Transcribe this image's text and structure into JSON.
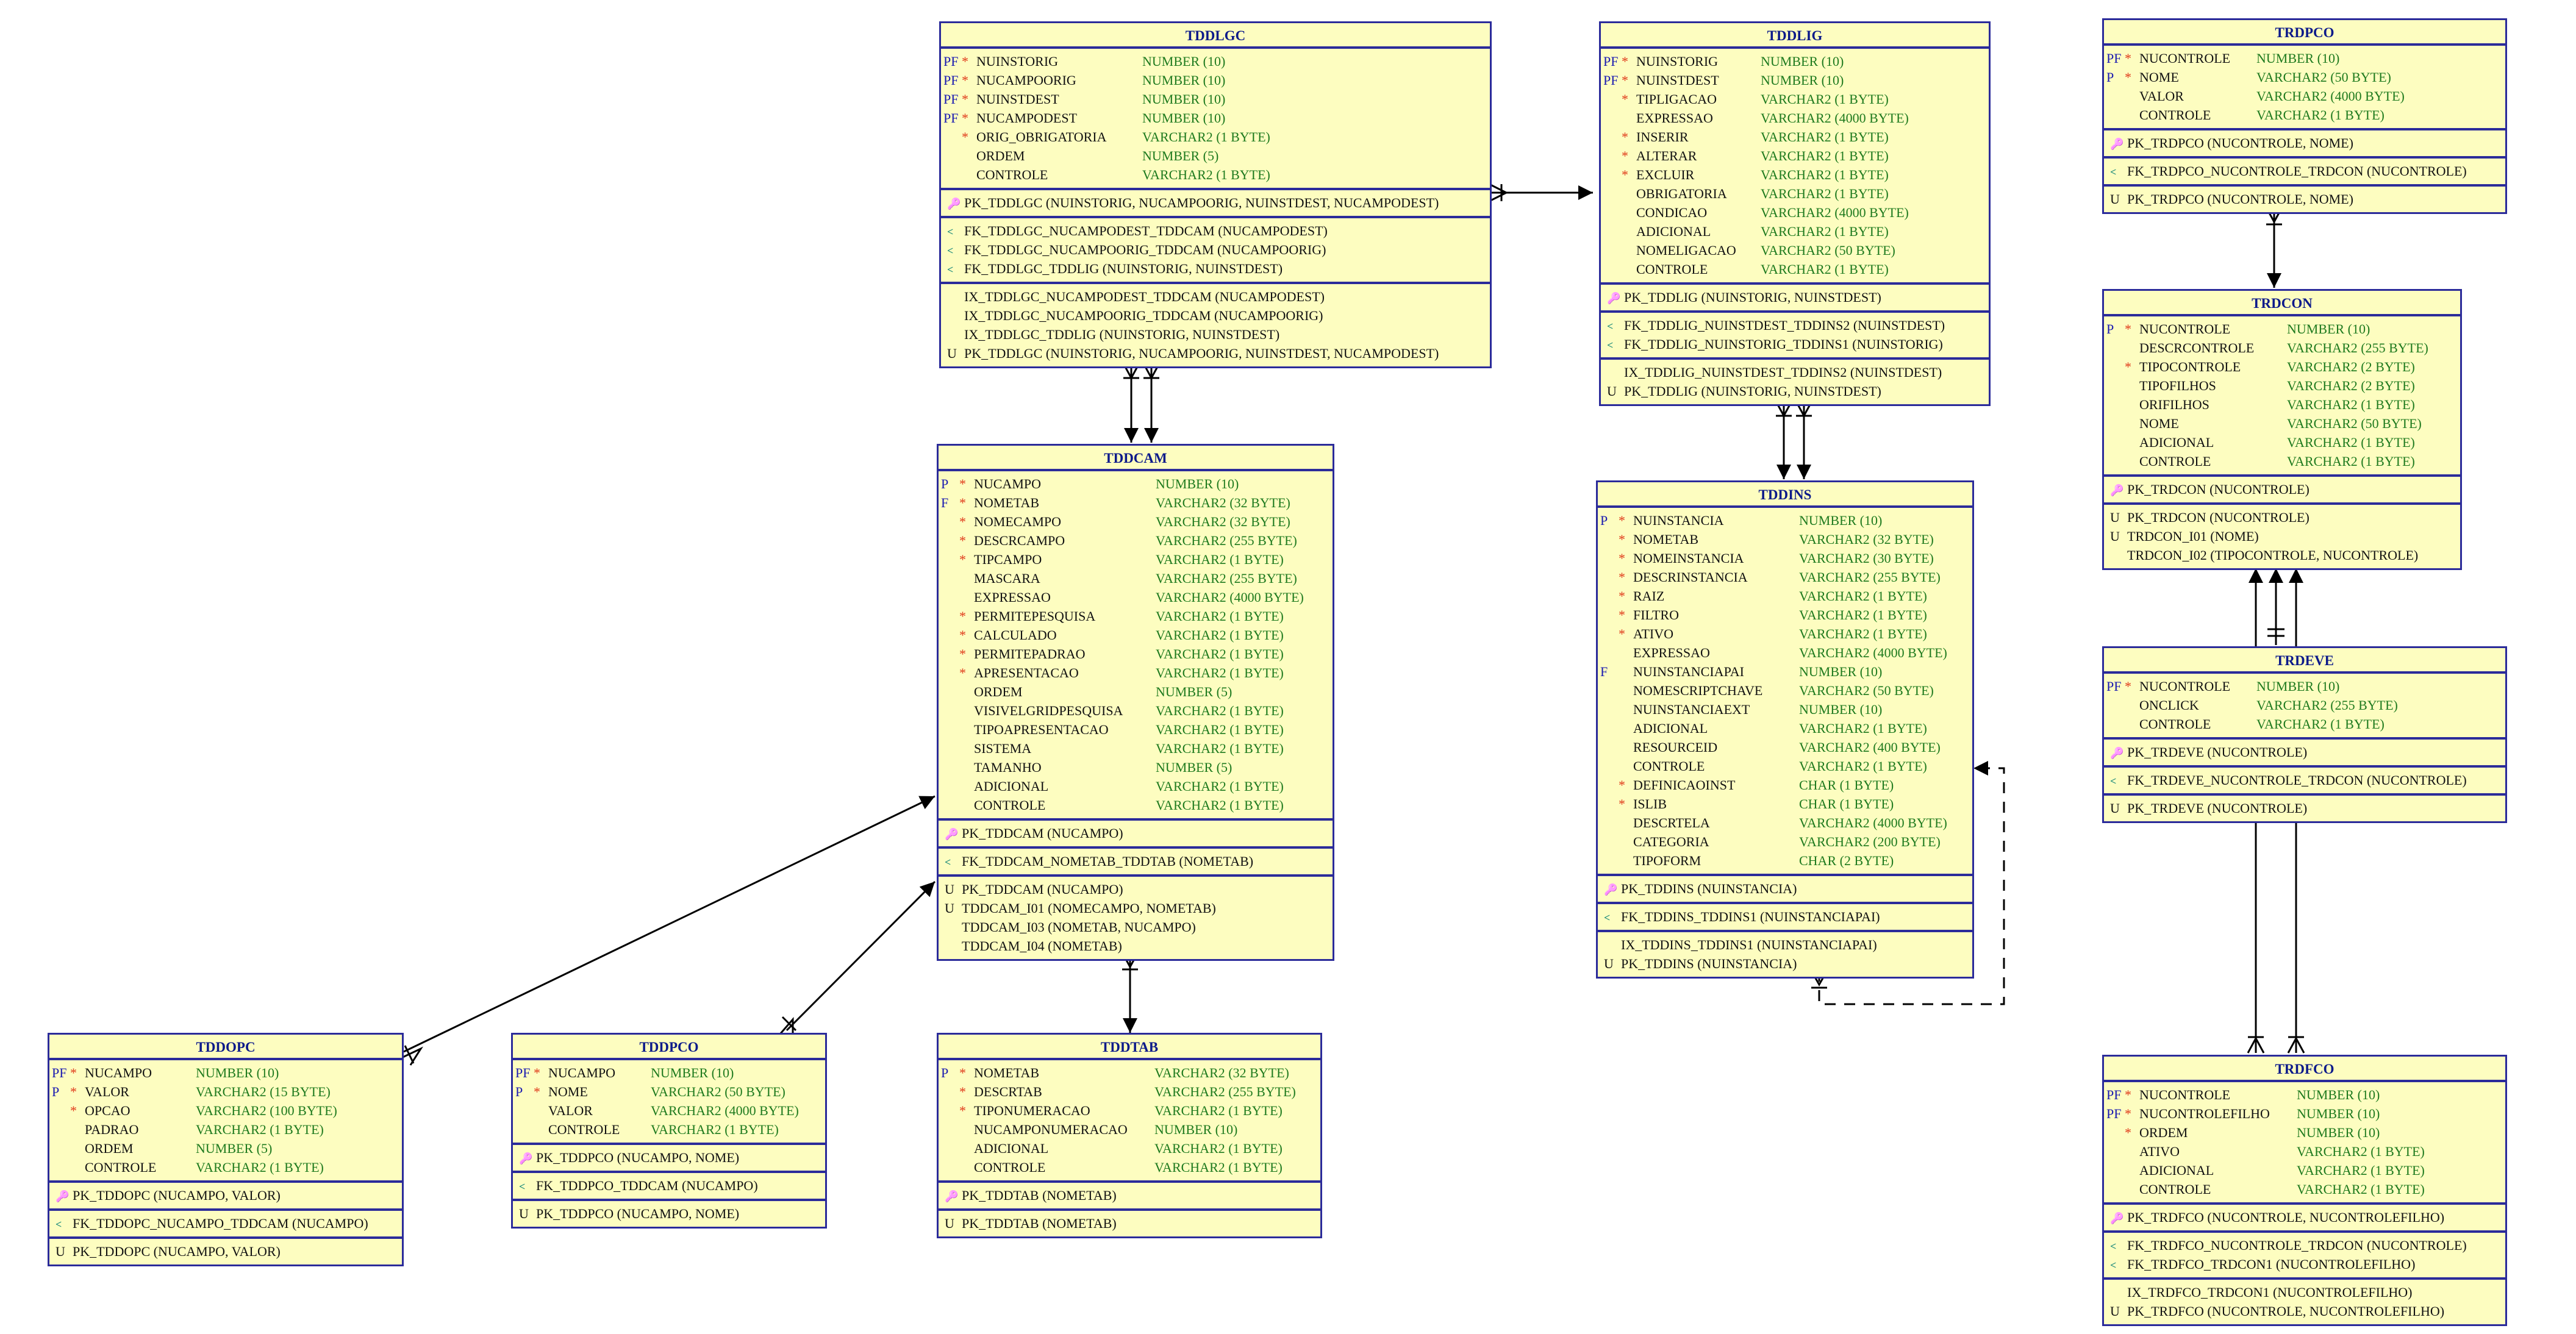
{
  "colors": {
    "table_fill": "#fdfdc0",
    "table_border": "#2b2b9a",
    "title": "#0c1a8a",
    "type_text": "#1e7a1e",
    "key_flag": "#1a1ab0",
    "mandatory": "#e03a1a"
  },
  "tables": {
    "tddlgc": {
      "name": "TDDLGC",
      "columns": [
        {
          "flag": "PF",
          "req": "*",
          "name": "NUINSTORIG",
          "type": "NUMBER (10)"
        },
        {
          "flag": "PF",
          "req": "*",
          "name": "NUCAMPOORIG",
          "type": "NUMBER (10)"
        },
        {
          "flag": "PF",
          "req": "*",
          "name": "NUINSTDEST",
          "type": "NUMBER (10)"
        },
        {
          "flag": "PF",
          "req": "*",
          "name": "NUCAMPODEST",
          "type": "NUMBER (10)"
        },
        {
          "flag": "",
          "req": "*",
          "name": "ORIG_OBRIGATORIA",
          "type": "VARCHAR2 (1 BYTE)"
        },
        {
          "flag": "",
          "req": "",
          "name": "ORDEM",
          "type": "NUMBER (5)"
        },
        {
          "flag": "",
          "req": "",
          "name": "CONTROLE",
          "type": "VARCHAR2 (1 BYTE)"
        }
      ],
      "pk": [
        "PK_TDDLGC (NUINSTORIG, NUCAMPOORIG, NUINSTDEST, NUCAMPODEST)"
      ],
      "fk": [
        "FK_TDDLGC_NUCAMPODEST_TDDCAM (NUCAMPODEST)",
        "FK_TDDLGC_NUCAMPOORIG_TDDCAM (NUCAMPOORIG)",
        "FK_TDDLGC_TDDLIG (NUINSTORIG, NUINSTDEST)"
      ],
      "idx": [
        {
          "u": "",
          "text": "IX_TDDLGC_NUCAMPODEST_TDDCAM (NUCAMPODEST)"
        },
        {
          "u": "",
          "text": "IX_TDDLGC_NUCAMPOORIG_TDDCAM (NUCAMPOORIG)"
        },
        {
          "u": "",
          "text": "IX_TDDLGC_TDDLIG (NUINSTORIG, NUINSTDEST)"
        },
        {
          "u": "U",
          "text": "PK_TDDLGC (NUINSTORIG, NUCAMPOORIG, NUINSTDEST, NUCAMPODEST)"
        }
      ]
    },
    "tddlig": {
      "name": "TDDLIG",
      "columns": [
        {
          "flag": "PF",
          "req": "*",
          "name": "NUINSTORIG",
          "type": "NUMBER (10)"
        },
        {
          "flag": "PF",
          "req": "*",
          "name": "NUINSTDEST",
          "type": "NUMBER (10)"
        },
        {
          "flag": "",
          "req": "*",
          "name": "TIPLIGACAO",
          "type": "VARCHAR2 (1 BYTE)"
        },
        {
          "flag": "",
          "req": "",
          "name": "EXPRESSAO",
          "type": "VARCHAR2 (4000 BYTE)"
        },
        {
          "flag": "",
          "req": "*",
          "name": "INSERIR",
          "type": "VARCHAR2 (1 BYTE)"
        },
        {
          "flag": "",
          "req": "*",
          "name": "ALTERAR",
          "type": "VARCHAR2 (1 BYTE)"
        },
        {
          "flag": "",
          "req": "*",
          "name": "EXCLUIR",
          "type": "VARCHAR2 (1 BYTE)"
        },
        {
          "flag": "",
          "req": "",
          "name": "OBRIGATORIA",
          "type": "VARCHAR2 (1 BYTE)"
        },
        {
          "flag": "",
          "req": "",
          "name": "CONDICAO",
          "type": "VARCHAR2 (4000 BYTE)"
        },
        {
          "flag": "",
          "req": "",
          "name": "ADICIONAL",
          "type": "VARCHAR2 (1 BYTE)"
        },
        {
          "flag": "",
          "req": "",
          "name": "NOMELIGACAO",
          "type": "VARCHAR2 (50 BYTE)"
        },
        {
          "flag": "",
          "req": "",
          "name": "CONTROLE",
          "type": "VARCHAR2 (1 BYTE)"
        }
      ],
      "pk": [
        "PK_TDDLIG (NUINSTORIG, NUINSTDEST)"
      ],
      "fk": [
        "FK_TDDLIG_NUINSTDEST_TDDINS2 (NUINSTDEST)",
        "FK_TDDLIG_NUINSTORIG_TDDINS1 (NUINSTORIG)"
      ],
      "idx": [
        {
          "u": "",
          "text": "IX_TDDLIG_NUINSTDEST_TDDINS2 (NUINSTDEST)"
        },
        {
          "u": "U",
          "text": "PK_TDDLIG (NUINSTORIG, NUINSTDEST)"
        }
      ]
    },
    "trdpco": {
      "name": "TRDPCO",
      "columns": [
        {
          "flag": "PF",
          "req": "*",
          "name": "NUCONTROLE",
          "type": "NUMBER (10)"
        },
        {
          "flag": "P",
          "req": "*",
          "name": "NOME",
          "type": "VARCHAR2 (50 BYTE)"
        },
        {
          "flag": "",
          "req": "",
          "name": "VALOR",
          "type": "VARCHAR2 (4000 BYTE)"
        },
        {
          "flag": "",
          "req": "",
          "name": "CONTROLE",
          "type": "VARCHAR2 (1 BYTE)"
        }
      ],
      "pk": [
        "PK_TRDPCO (NUCONTROLE, NOME)"
      ],
      "fk": [
        "FK_TRDPCO_NUCONTROLE_TRDCON (NUCONTROLE)"
      ],
      "idx": [
        {
          "u": "U",
          "text": "PK_TRDPCO (NUCONTROLE, NOME)"
        }
      ]
    },
    "trdcon": {
      "name": "TRDCON",
      "columns": [
        {
          "flag": "P",
          "req": "*",
          "name": "NUCONTROLE",
          "type": "NUMBER (10)"
        },
        {
          "flag": "",
          "req": "",
          "name": "DESCRCONTROLE",
          "type": "VARCHAR2 (255 BYTE)"
        },
        {
          "flag": "",
          "req": "*",
          "name": "TIPOCONTROLE",
          "type": "VARCHAR2 (2 BYTE)"
        },
        {
          "flag": "",
          "req": "",
          "name": "TIPOFILHOS",
          "type": "VARCHAR2 (2 BYTE)"
        },
        {
          "flag": "",
          "req": "",
          "name": "ORIFILHOS",
          "type": "VARCHAR2 (1 BYTE)"
        },
        {
          "flag": "",
          "req": "",
          "name": "NOME",
          "type": "VARCHAR2 (50 BYTE)"
        },
        {
          "flag": "",
          "req": "",
          "name": "ADICIONAL",
          "type": "VARCHAR2 (1 BYTE)"
        },
        {
          "flag": "",
          "req": "",
          "name": "CONTROLE",
          "type": "VARCHAR2 (1 BYTE)"
        }
      ],
      "pk": [
        "PK_TRDCON (NUCONTROLE)"
      ],
      "fk": [],
      "idx": [
        {
          "u": "U",
          "text": "PK_TRDCON (NUCONTROLE)"
        },
        {
          "u": "U",
          "text": "TRDCON_I01 (NOME)"
        },
        {
          "u": "",
          "text": "TRDCON_I02 (TIPOCONTROLE, NUCONTROLE)"
        }
      ]
    },
    "trdeve": {
      "name": "TRDEVE",
      "columns": [
        {
          "flag": "PF",
          "req": "*",
          "name": "NUCONTROLE",
          "type": "NUMBER (10)"
        },
        {
          "flag": "",
          "req": "",
          "name": "ONCLICK",
          "type": "VARCHAR2 (255 BYTE)"
        },
        {
          "flag": "",
          "req": "",
          "name": "CONTROLE",
          "type": "VARCHAR2 (1 BYTE)"
        }
      ],
      "pk": [
        "PK_TRDEVE (NUCONTROLE)"
      ],
      "fk": [
        "FK_TRDEVE_NUCONTROLE_TRDCON (NUCONTROLE)"
      ],
      "idx": [
        {
          "u": "U",
          "text": "PK_TRDEVE (NUCONTROLE)"
        }
      ]
    },
    "trdfco": {
      "name": "TRDFCO",
      "columns": [
        {
          "flag": "PF",
          "req": "*",
          "name": "NUCONTROLE",
          "type": "NUMBER (10)"
        },
        {
          "flag": "PF",
          "req": "*",
          "name": "NUCONTROLEFILHO",
          "type": "NUMBER (10)"
        },
        {
          "flag": "",
          "req": "*",
          "name": "ORDEM",
          "type": "NUMBER (10)"
        },
        {
          "flag": "",
          "req": "",
          "name": "ATIVO",
          "type": "VARCHAR2 (1 BYTE)"
        },
        {
          "flag": "",
          "req": "",
          "name": "ADICIONAL",
          "type": "VARCHAR2 (1 BYTE)"
        },
        {
          "flag": "",
          "req": "",
          "name": "CONTROLE",
          "type": "VARCHAR2 (1 BYTE)"
        }
      ],
      "pk": [
        "PK_TRDFCO (NUCONTROLE, NUCONTROLEFILHO)"
      ],
      "fk": [
        "FK_TRDFCO_NUCONTROLE_TRDCON (NUCONTROLE)",
        "FK_TRDFCO_TRDCON1 (NUCONTROLEFILHO)"
      ],
      "idx": [
        {
          "u": "",
          "text": "IX_TRDFCO_TRDCON1 (NUCONTROLEFILHO)"
        },
        {
          "u": "U",
          "text": "PK_TRDFCO (NUCONTROLE, NUCONTROLEFILHO)"
        }
      ]
    },
    "tddcam": {
      "name": "TDDCAM",
      "columns": [
        {
          "flag": "P",
          "req": "*",
          "name": "NUCAMPO",
          "type": "NUMBER (10)"
        },
        {
          "flag": "F",
          "req": "*",
          "name": "NOMETAB",
          "type": "VARCHAR2 (32 BYTE)"
        },
        {
          "flag": "",
          "req": "*",
          "name": "NOMECAMPO",
          "type": "VARCHAR2 (32 BYTE)"
        },
        {
          "flag": "",
          "req": "*",
          "name": "DESCRCAMPO",
          "type": "VARCHAR2 (255 BYTE)"
        },
        {
          "flag": "",
          "req": "*",
          "name": "TIPCAMPO",
          "type": "VARCHAR2 (1 BYTE)"
        },
        {
          "flag": "",
          "req": "",
          "name": "MASCARA",
          "type": "VARCHAR2 (255 BYTE)"
        },
        {
          "flag": "",
          "req": "",
          "name": "EXPRESSAO",
          "type": "VARCHAR2 (4000 BYTE)"
        },
        {
          "flag": "",
          "req": "*",
          "name": "PERMITEPESQUISA",
          "type": "VARCHAR2 (1 BYTE)"
        },
        {
          "flag": "",
          "req": "*",
          "name": "CALCULADO",
          "type": "VARCHAR2 (1 BYTE)"
        },
        {
          "flag": "",
          "req": "*",
          "name": "PERMITEPADRAO",
          "type": "VARCHAR2 (1 BYTE)"
        },
        {
          "flag": "",
          "req": "*",
          "name": "APRESENTACAO",
          "type": "VARCHAR2 (1 BYTE)"
        },
        {
          "flag": "",
          "req": "",
          "name": "ORDEM",
          "type": "NUMBER (5)"
        },
        {
          "flag": "",
          "req": "",
          "name": "VISIVELGRIDPESQUISA",
          "type": "VARCHAR2 (1 BYTE)"
        },
        {
          "flag": "",
          "req": "",
          "name": "TIPOAPRESENTACAO",
          "type": "VARCHAR2 (1 BYTE)"
        },
        {
          "flag": "",
          "req": "",
          "name": "SISTEMA",
          "type": "VARCHAR2 (1 BYTE)"
        },
        {
          "flag": "",
          "req": "",
          "name": "TAMANHO",
          "type": "NUMBER (5)"
        },
        {
          "flag": "",
          "req": "",
          "name": "ADICIONAL",
          "type": "VARCHAR2 (1 BYTE)"
        },
        {
          "flag": "",
          "req": "",
          "name": "CONTROLE",
          "type": "VARCHAR2 (1 BYTE)"
        }
      ],
      "pk": [
        "PK_TDDCAM (NUCAMPO)"
      ],
      "fk": [
        "FK_TDDCAM_NOMETAB_TDDTAB (NOMETAB)"
      ],
      "idx": [
        {
          "u": "U",
          "text": "PK_TDDCAM (NUCAMPO)"
        },
        {
          "u": "U",
          "text": "TDDCAM_I01 (NOMECAMPO, NOMETAB)"
        },
        {
          "u": "",
          "text": "TDDCAM_I03 (NOMETAB, NUCAMPO)"
        },
        {
          "u": "",
          "text": "TDDCAM_I04 (NOMETAB)"
        }
      ]
    },
    "tddins": {
      "name": "TDDINS",
      "columns": [
        {
          "flag": "P",
          "req": "*",
          "name": "NUINSTANCIA",
          "type": "NUMBER (10)"
        },
        {
          "flag": "",
          "req": "*",
          "name": "NOMETAB",
          "type": "VARCHAR2 (32 BYTE)"
        },
        {
          "flag": "",
          "req": "*",
          "name": "NOMEINSTANCIA",
          "type": "VARCHAR2 (30 BYTE)"
        },
        {
          "flag": "",
          "req": "*",
          "name": "DESCRINSTANCIA",
          "type": "VARCHAR2 (255 BYTE)"
        },
        {
          "flag": "",
          "req": "*",
          "name": "RAIZ",
          "type": "VARCHAR2 (1 BYTE)"
        },
        {
          "flag": "",
          "req": "*",
          "name": "FILTRO",
          "type": "VARCHAR2 (1 BYTE)"
        },
        {
          "flag": "",
          "req": "*",
          "name": "ATIVO",
          "type": "VARCHAR2 (1 BYTE)"
        },
        {
          "flag": "",
          "req": "",
          "name": "EXPRESSAO",
          "type": "VARCHAR2 (4000 BYTE)"
        },
        {
          "flag": "F",
          "req": "",
          "name": "NUINSTANCIAPAI",
          "type": "NUMBER (10)"
        },
        {
          "flag": "",
          "req": "",
          "name": "NOMESCRIPTCHAVE",
          "type": "VARCHAR2 (50 BYTE)"
        },
        {
          "flag": "",
          "req": "",
          "name": "NUINSTANCIAEXT",
          "type": "NUMBER (10)"
        },
        {
          "flag": "",
          "req": "",
          "name": "ADICIONAL",
          "type": "VARCHAR2 (1 BYTE)"
        },
        {
          "flag": "",
          "req": "",
          "name": "RESOURCEID",
          "type": "VARCHAR2 (400 BYTE)"
        },
        {
          "flag": "",
          "req": "",
          "name": "CONTROLE",
          "type": "VARCHAR2 (1 BYTE)"
        },
        {
          "flag": "",
          "req": "*",
          "name": "DEFINICAOINST",
          "type": "CHAR (1 BYTE)"
        },
        {
          "flag": "",
          "req": "*",
          "name": "ISLIB",
          "type": "CHAR (1 BYTE)"
        },
        {
          "flag": "",
          "req": "",
          "name": "DESCRTELA",
          "type": "VARCHAR2 (4000 BYTE)"
        },
        {
          "flag": "",
          "req": "",
          "name": "CATEGORIA",
          "type": "VARCHAR2 (200 BYTE)"
        },
        {
          "flag": "",
          "req": "",
          "name": "TIPOFORM",
          "type": "CHAR (2 BYTE)"
        }
      ],
      "pk": [
        "PK_TDDINS (NUINSTANCIA)"
      ],
      "fk": [
        "FK_TDDINS_TDDINS1 (NUINSTANCIAPAI)"
      ],
      "idx": [
        {
          "u": "",
          "text": "IX_TDDINS_TDDINS1 (NUINSTANCIAPAI)"
        },
        {
          "u": "U",
          "text": "PK_TDDINS (NUINSTANCIA)"
        }
      ]
    },
    "tddopc": {
      "name": "TDDOPC",
      "columns": [
        {
          "flag": "PF",
          "req": "*",
          "name": "NUCAMPO",
          "type": "NUMBER (10)"
        },
        {
          "flag": "P",
          "req": "*",
          "name": "VALOR",
          "type": "VARCHAR2 (15 BYTE)"
        },
        {
          "flag": "",
          "req": "*",
          "name": "OPCAO",
          "type": "VARCHAR2 (100 BYTE)"
        },
        {
          "flag": "",
          "req": "",
          "name": "PADRAO",
          "type": "VARCHAR2 (1 BYTE)"
        },
        {
          "flag": "",
          "req": "",
          "name": "ORDEM",
          "type": "NUMBER (5)"
        },
        {
          "flag": "",
          "req": "",
          "name": "CONTROLE",
          "type": "VARCHAR2 (1 BYTE)"
        }
      ],
      "pk": [
        "PK_TDDOPC (NUCAMPO, VALOR)"
      ],
      "fk": [
        "FK_TDDOPC_NUCAMPO_TDDCAM (NUCAMPO)"
      ],
      "idx": [
        {
          "u": "U",
          "text": "PK_TDDOPC (NUCAMPO, VALOR)"
        }
      ]
    },
    "tddpco": {
      "name": "TDDPCO",
      "columns": [
        {
          "flag": "PF",
          "req": "*",
          "name": "NUCAMPO",
          "type": "NUMBER (10)"
        },
        {
          "flag": "P",
          "req": "*",
          "name": "NOME",
          "type": "VARCHAR2 (50 BYTE)"
        },
        {
          "flag": "",
          "req": "",
          "name": "VALOR",
          "type": "VARCHAR2 (4000 BYTE)"
        },
        {
          "flag": "",
          "req": "",
          "name": "CONTROLE",
          "type": "VARCHAR2 (1 BYTE)"
        }
      ],
      "pk": [
        "PK_TDDPCO (NUCAMPO, NOME)"
      ],
      "fk": [
        "FK_TDDPCO_TDDCAM (NUCAMPO)"
      ],
      "idx": [
        {
          "u": "U",
          "text": "PK_TDDPCO (NUCAMPO, NOME)"
        }
      ]
    },
    "tddtab": {
      "name": "TDDTAB",
      "columns": [
        {
          "flag": "P",
          "req": "*",
          "name": "NOMETAB",
          "type": "VARCHAR2 (32 BYTE)"
        },
        {
          "flag": "",
          "req": "*",
          "name": "DESCRTAB",
          "type": "VARCHAR2 (255 BYTE)"
        },
        {
          "flag": "",
          "req": "*",
          "name": "TIPONUMERACAO",
          "type": "VARCHAR2 (1 BYTE)"
        },
        {
          "flag": "",
          "req": "",
          "name": "NUCAMPONUMERACAO",
          "type": "NUMBER (10)"
        },
        {
          "flag": "",
          "req": "",
          "name": "ADICIONAL",
          "type": "VARCHAR2 (1 BYTE)"
        },
        {
          "flag": "",
          "req": "",
          "name": "CONTROLE",
          "type": "VARCHAR2 (1 BYTE)"
        }
      ],
      "pk": [
        "PK_TDDTAB (NOMETAB)"
      ],
      "fk": [],
      "idx": [
        {
          "u": "U",
          "text": "PK_TDDTAB (NOMETAB)"
        }
      ]
    }
  },
  "relationships": [
    {
      "name": "FK_TDDLGC_TDDLIG",
      "from": "TDDLGC",
      "to": "TDDLIG",
      "style": "solid"
    },
    {
      "name": "FK_TDDLGC_NUCAMPOORIG_TDDCAM",
      "from": "TDDLGC",
      "to": "TDDCAM",
      "style": "solid"
    },
    {
      "name": "FK_TDDLGC_NUCAMPODEST_TDDCAM",
      "from": "TDDLGC",
      "to": "TDDCAM",
      "style": "solid"
    },
    {
      "name": "FK_TDDLIG_NUINSTORIG_TDDINS1",
      "from": "TDDLIG",
      "to": "TDDINS",
      "style": "solid"
    },
    {
      "name": "FK_TDDLIG_NUINSTDEST_TDDINS2",
      "from": "TDDLIG",
      "to": "TDDINS",
      "style": "solid"
    },
    {
      "name": "FK_TDDINS_TDDINS1",
      "from": "TDDINS",
      "to": "TDDINS",
      "style": "dashed"
    },
    {
      "name": "FK_TDDCAM_NOMETAB_TDDTAB",
      "from": "TDDCAM",
      "to": "TDDTAB",
      "style": "solid"
    },
    {
      "name": "FK_TDDOPC_NUCAMPO_TDDCAM",
      "from": "TDDOPC",
      "to": "TDDCAM",
      "style": "solid"
    },
    {
      "name": "FK_TDDPCO_TDDCAM",
      "from": "TDDPCO",
      "to": "TDDCAM",
      "style": "solid"
    },
    {
      "name": "FK_TRDPCO_NUCONTROLE_TRDCON",
      "from": "TRDPCO",
      "to": "TRDCON",
      "style": "solid"
    },
    {
      "name": "FK_TRDEVE_NUCONTROLE_TRDCON",
      "from": "TRDEVE",
      "to": "TRDCON",
      "style": "solid"
    },
    {
      "name": "FK_TRDFCO_NUCONTROLE_TRDCON",
      "from": "TRDFCO",
      "to": "TRDCON",
      "style": "solid"
    },
    {
      "name": "FK_TRDFCO_TRDCON1",
      "from": "TRDFCO",
      "to": "TRDCON",
      "style": "solid"
    }
  ]
}
